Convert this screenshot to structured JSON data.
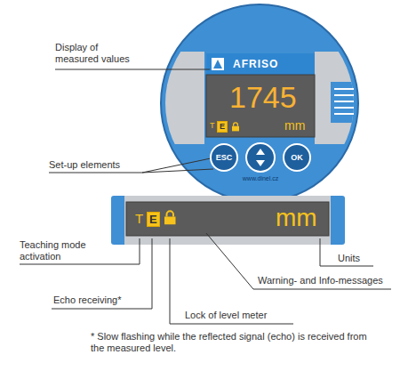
{
  "diagram": {
    "nodes": [
      {
        "text": [
          "1745",
          "T",
          "mm"
        ]
      },
      {
        "text": [
          "E"
        ],
        "in": 0
      },
      {
        "text": [
          "ESC"
        ]
      },
      {
        "text": [
          "OK"
        ]
      },
      {
        "text": [
          "T",
          "mm"
        ]
      },
      {
        "text": [
          "E"
        ],
        "in": 4
      }
    ],
    "labels": [
      "AFRISO",
      "www.dinel.cz",
      "Display of measured values",
      "Set-up elements",
      "Teaching mode activation",
      "Echo receiving*",
      "Lock of level meter",
      "Warning- and Info-messages",
      "Units",
      "* Slow flashing while the reflected signal (echo) is received from the measured level."
    ]
  }
}
